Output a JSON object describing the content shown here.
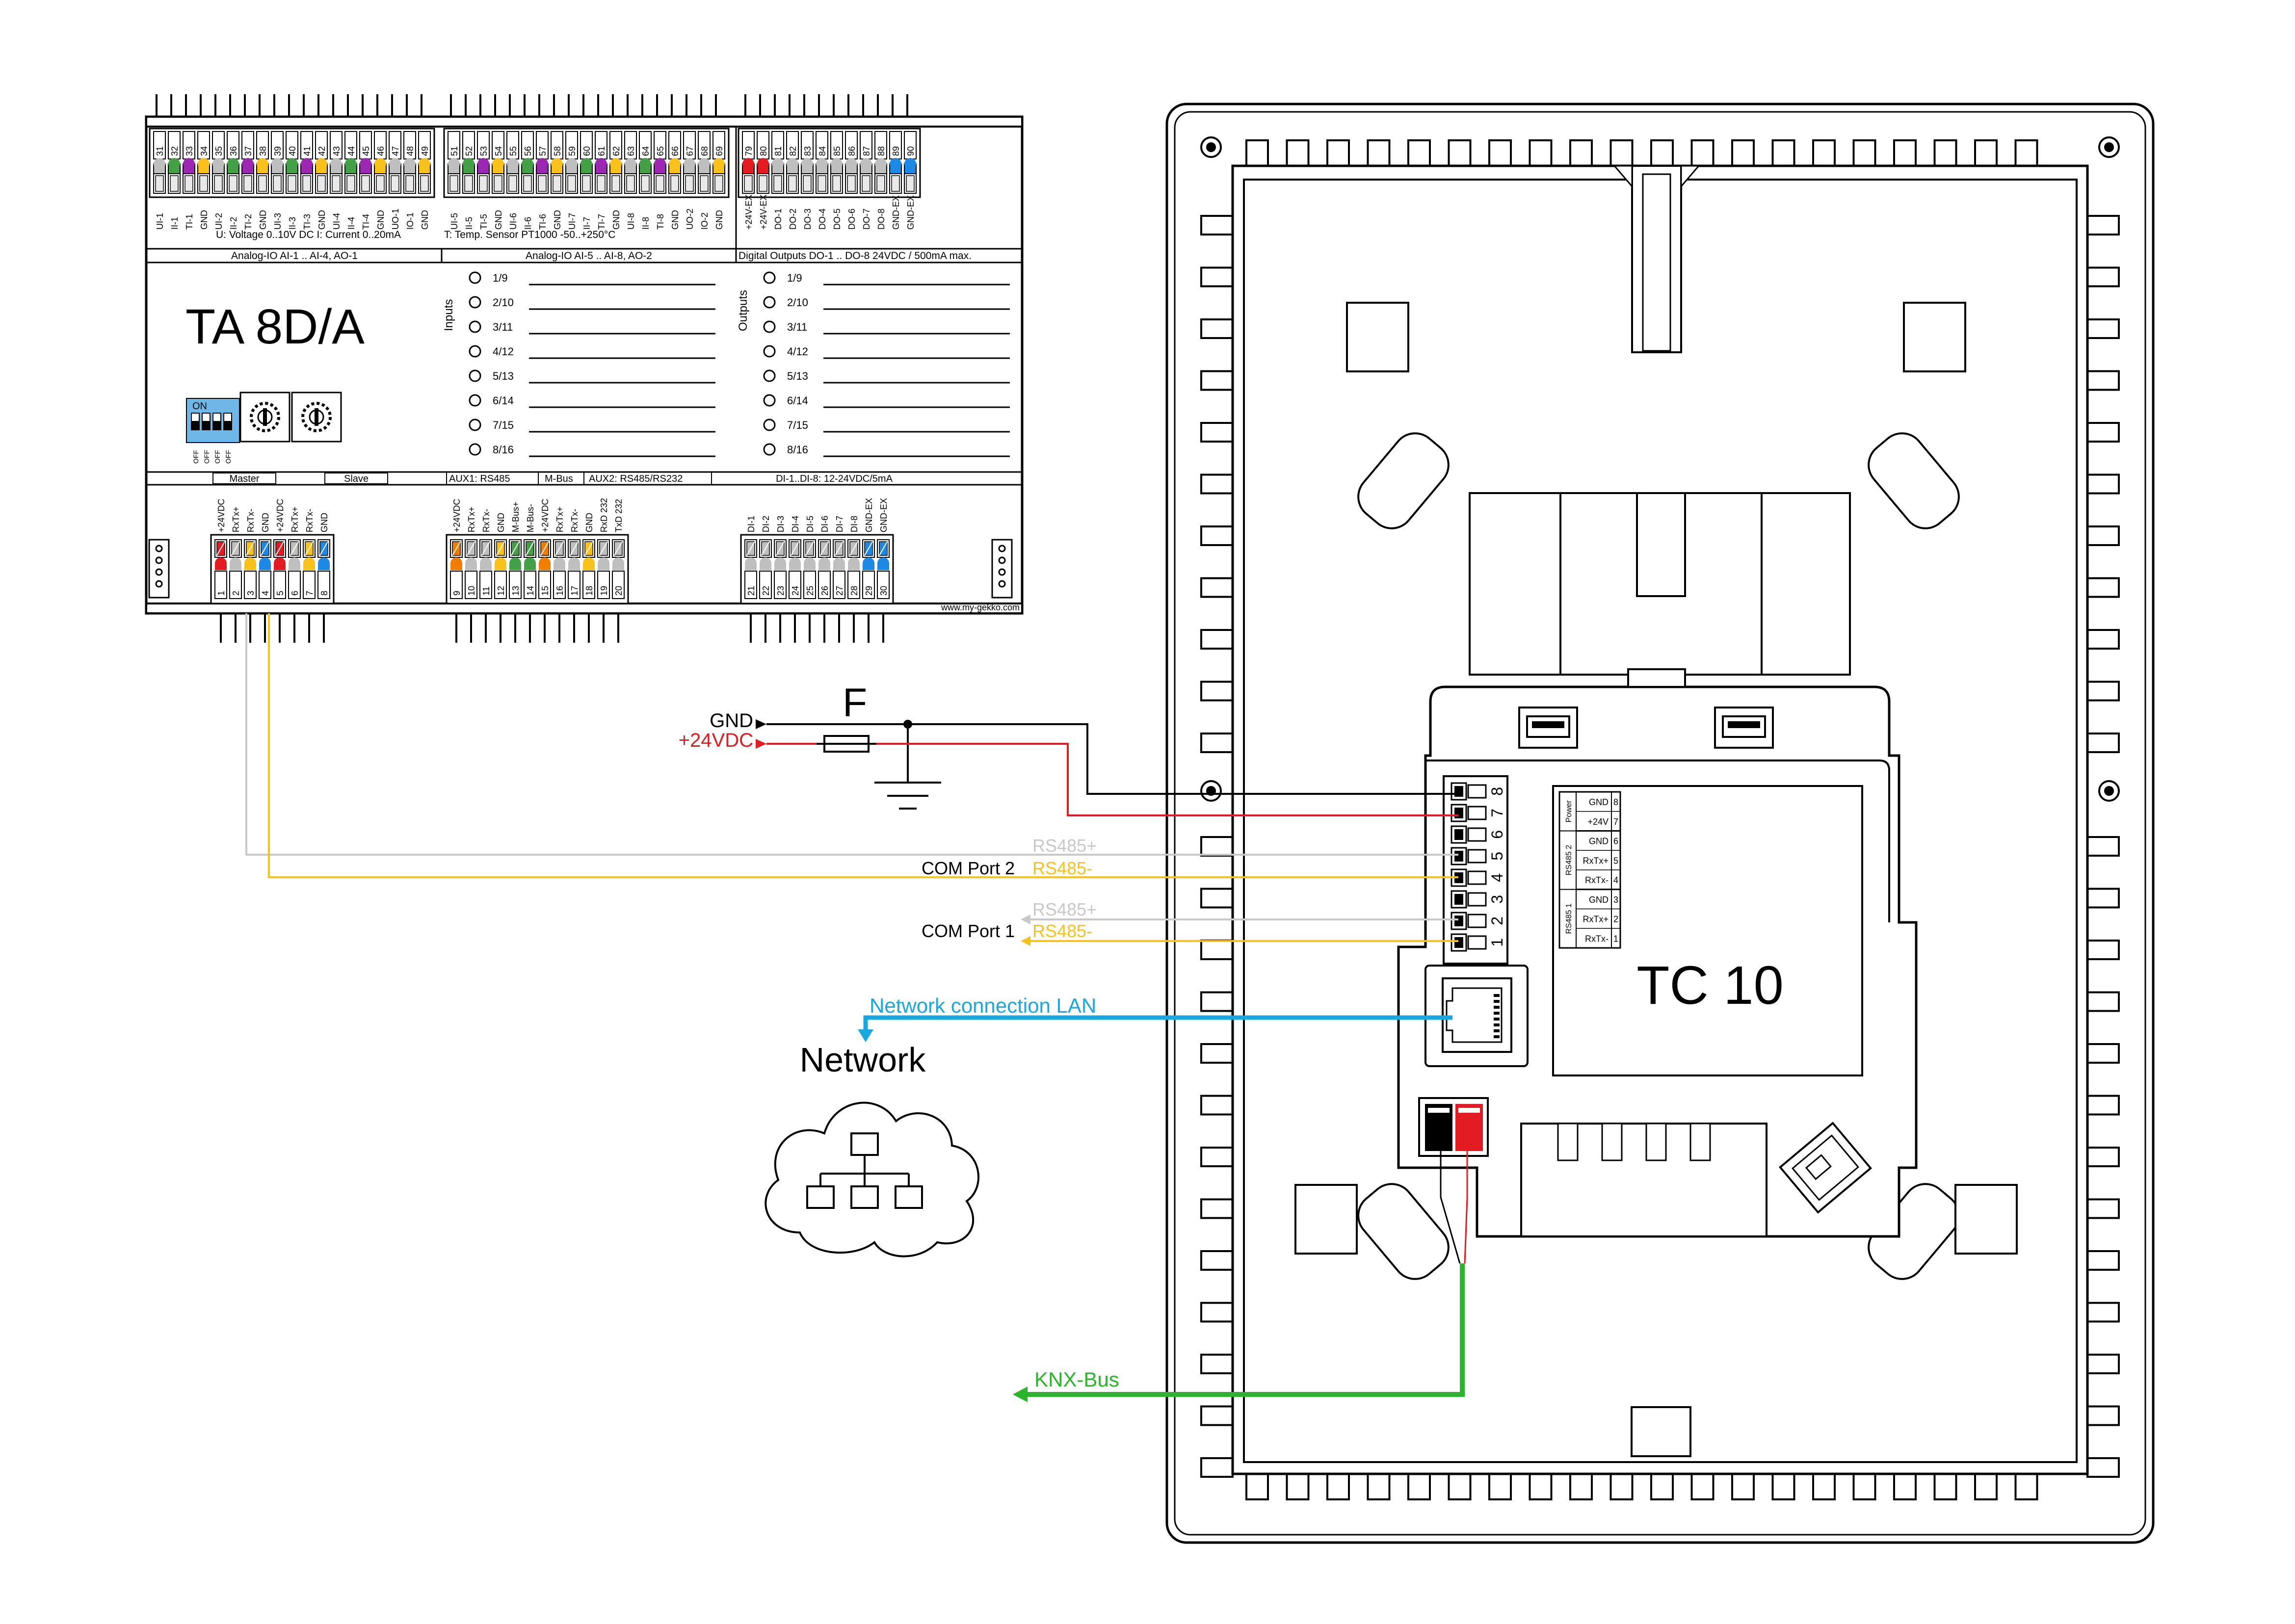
{
  "ta_module": {
    "title": "TA 8D/A",
    "upper_terminal_groups": [
      {
        "numbers": [
          "31",
          "32",
          "33",
          "34",
          "35",
          "36",
          "37",
          "38",
          "39",
          "40",
          "41",
          "42",
          "43",
          "44",
          "45",
          "46",
          "47",
          "48",
          "49"
        ],
        "labels": [
          "UI-1",
          "II-1",
          "TI-1",
          "GND",
          "UI-2",
          "II-2",
          "TI-2",
          "GND",
          "UI-3",
          "II-3",
          "TI-3",
          "GND",
          "UI-4",
          "II-4",
          "TI-4",
          "GND",
          "UO-1",
          "IO-1",
          "GND"
        ],
        "colors": [
          "#bfbfbf",
          "#43a047",
          "#9c27b0",
          "#f9c11c",
          "#bfbfbf",
          "#43a047",
          "#9c27b0",
          "#f9c11c",
          "#bfbfbf",
          "#43a047",
          "#9c27b0",
          "#f9c11c",
          "#bfbfbf",
          "#43a047",
          "#9c27b0",
          "#f9c11c",
          "#bfbfbf",
          "#bfbfbf",
          "#f9c11c"
        ]
      },
      {
        "numbers": [
          "51",
          "52",
          "53",
          "54",
          "55",
          "56",
          "57",
          "58",
          "59",
          "60",
          "61",
          "62",
          "63",
          "64",
          "65",
          "66",
          "67",
          "68",
          "69"
        ],
        "labels": [
          "UI-5",
          "II-5",
          "TI-5",
          "GND",
          "UI-6",
          "II-6",
          "TI-6",
          "GND",
          "UI-7",
          "II-7",
          "TI-7",
          "GND",
          "UI-8",
          "II-8",
          "TI-8",
          "GND",
          "UO-2",
          "IO-2",
          "GND"
        ],
        "colors": [
          "#bfbfbf",
          "#43a047",
          "#9c27b0",
          "#f9c11c",
          "#bfbfbf",
          "#43a047",
          "#9c27b0",
          "#f9c11c",
          "#bfbfbf",
          "#43a047",
          "#9c27b0",
          "#f9c11c",
          "#bfbfbf",
          "#43a047",
          "#9c27b0",
          "#f9c11c",
          "#bfbfbf",
          "#bfbfbf",
          "#f9c11c"
        ]
      },
      {
        "numbers": [
          "79",
          "80",
          "81",
          "82",
          "83",
          "84",
          "85",
          "86",
          "87",
          "88",
          "89",
          "90"
        ],
        "labels": [
          "+24V-EX",
          "+24V-EX",
          "DO-1",
          "DO-2",
          "DO-3",
          "DO-4",
          "DO-5",
          "DO-6",
          "DO-7",
          "DO-8",
          "GND-EX",
          "GND-EX"
        ],
        "colors": [
          "#e31b23",
          "#e31b23",
          "#bfbfbf",
          "#bfbfbf",
          "#bfbfbf",
          "#bfbfbf",
          "#bfbfbf",
          "#bfbfbf",
          "#bfbfbf",
          "#bfbfbf",
          "#1e88e5",
          "#1e88e5"
        ]
      }
    ],
    "captions": {
      "analog_note_left": "U: Voltage 0..10V DC   I: Current 0..20mA",
      "analog_note_right": "T: Temp. Sensor PT1000 -50..+250°C",
      "header_analog_1": "Analog-IO   AI-1 .. AI-4, AO-1",
      "header_analog_2": "Analog-IO   AI-5 .. AI-8, AO-2",
      "header_digital": "Digital Outputs   DO-1 .. DO-8 24VDC / 500mA max.",
      "inputs": "Inputs",
      "outputs": "Outputs",
      "dip_on": "ON",
      "dip_off": "OFF",
      "master": "Master",
      "slave": "Slave",
      "aux1": "AUX1: RS485",
      "mbus": "M-Bus",
      "aux2": "AUX2: RS485/RS232",
      "di_header": "DI-1..DI-8: 12-24VDC/5mA",
      "website": "www.my-gekko.com"
    },
    "channel_labels": [
      "1/9",
      "2/10",
      "3/11",
      "4/12",
      "5/13",
      "6/14",
      "7/15",
      "8/16"
    ],
    "lower_terminal_groups": [
      {
        "numbers": [
          "1",
          "2",
          "3",
          "4",
          "5",
          "6",
          "7",
          "8"
        ],
        "labels": [
          "+24VDC",
          "RxTx+",
          "RxTx-",
          "GND",
          "+24VDC",
          "RxTx+",
          "RxTx-",
          "GND"
        ],
        "colors": [
          "#e31b23",
          "#bfbfbf",
          "#f9c11c",
          "#1e88e5",
          "#e31b23",
          "#bfbfbf",
          "#f9c11c",
          "#1e88e5"
        ]
      },
      {
        "numbers": [
          "9",
          "10",
          "11",
          "12",
          "13",
          "14",
          "15",
          "16",
          "17",
          "18",
          "19",
          "20"
        ],
        "labels": [
          "+24VDC",
          "RxTx+",
          "RxTx-",
          "GND",
          "M-Bus+",
          "M-Bus-",
          "+24VDC",
          "RxTx+",
          "RxTx-",
          "GND",
          "RxD 232",
          "TxD 232"
        ],
        "colors": [
          "#ef7d00",
          "#bfbfbf",
          "#bfbfbf",
          "#f9c11c",
          "#43a047",
          "#43a047",
          "#ef7d00",
          "#bfbfbf",
          "#bfbfbf",
          "#f9c11c",
          "#bfbfbf",
          "#bfbfbf"
        ]
      },
      {
        "numbers": [
          "21",
          "22",
          "23",
          "24",
          "25",
          "26",
          "27",
          "28",
          "29",
          "30"
        ],
        "labels": [
          "DI-1",
          "DI-2",
          "DI-3",
          "DI-4",
          "DI-5",
          "DI-6",
          "DI-7",
          "DI-8",
          "GND-EX",
          "GND-EX"
        ],
        "colors": [
          "#bfbfbf",
          "#bfbfbf",
          "#bfbfbf",
          "#bfbfbf",
          "#bfbfbf",
          "#bfbfbf",
          "#bfbfbf",
          "#bfbfbf",
          "#1e88e5",
          "#1e88e5"
        ]
      }
    ]
  },
  "power": {
    "fuse_label": "F",
    "gnd_label": "GND",
    "v24_label": "+24VDC"
  },
  "com_ports": {
    "rs485_plus": "RS485+",
    "rs485_minus": "RS485-",
    "port2": "COM Port 2",
    "port1": "COM Port 1"
  },
  "network": {
    "connection_label": "Network connection LAN",
    "cloud_label": "Network"
  },
  "knx": {
    "label": "KNX-Bus"
  },
  "tc10": {
    "title": "TC 10",
    "connector_pins": [
      "8",
      "7",
      "6",
      "5",
      "4",
      "3",
      "2",
      "1"
    ],
    "pin_table": [
      {
        "signal": "GND",
        "pin": "8"
      },
      {
        "signal": "+24V",
        "pin": "7"
      },
      {
        "signal": "GND",
        "pin": "6"
      },
      {
        "signal": "RxTx+",
        "pin": "5"
      },
      {
        "signal": "RxTx-",
        "pin": "4"
      },
      {
        "signal": "GND",
        "pin": "3"
      },
      {
        "signal": "RxTx+",
        "pin": "2"
      },
      {
        "signal": "RxTx-",
        "pin": "1"
      }
    ],
    "pin_groups": [
      "Power",
      "RS485 2",
      "RS485 1"
    ]
  },
  "colors": {
    "red": "#e31b23",
    "yellow": "#f9c11c",
    "light_gray": "#c8c8c8",
    "lan_blue": "#1aa7e0",
    "knx_green": "#2bb52b",
    "black": "#000000"
  }
}
